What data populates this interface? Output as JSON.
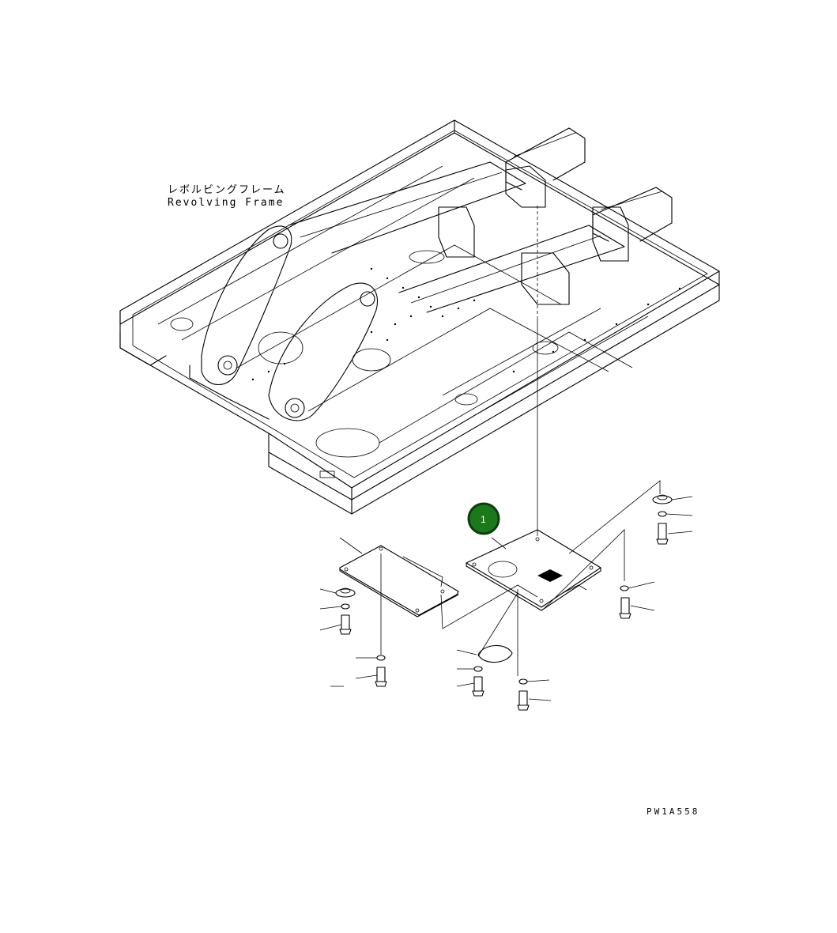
{
  "diagram": {
    "frame_label_jp": "レボルビングフレーム",
    "frame_label_en": "Revolving Frame",
    "callout_number": "1",
    "drawing_code": "PW1A558",
    "colors": {
      "line": "#000000",
      "badge_fill": "#1a7a1a",
      "badge_ring": "#0d3d0d",
      "badge_text": "#ffffff",
      "background": "#ffffff"
    }
  }
}
